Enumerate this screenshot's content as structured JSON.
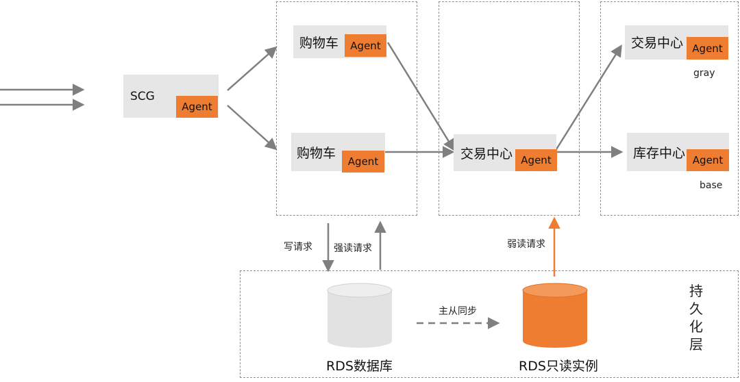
{
  "nodes": {
    "scg": {
      "label": "SCG",
      "agent": "Agent"
    },
    "cart_top": {
      "label": "购物车",
      "agent": "Agent"
    },
    "cart_bottom": {
      "label": "购物车",
      "agent": "Agent"
    },
    "trade_center_mid": {
      "label": "交易中心",
      "agent": "Agent"
    },
    "trade_center_gray": {
      "label": "交易中心",
      "agent": "Agent",
      "tag": "gray"
    },
    "inventory_center_base": {
      "label": "库存中心",
      "agent": "Agent",
      "tag": "base"
    }
  },
  "flows": {
    "write_request": "写请求",
    "strong_read_request": "强读请求",
    "weak_read_request": "弱读请求",
    "master_slave_sync": "主从同步"
  },
  "persistence": {
    "layer_label": "持久化层",
    "rds_db": "RDS数据库",
    "rds_readonly": "RDS只读实例"
  },
  "colors": {
    "agent": "#ee7d31",
    "node_bg": "#e6e6e6",
    "arrow": "#7f7f7f",
    "weak_read_arrow": "#ee7d31",
    "db_gray": "#e2e2e2",
    "db_orange": "#ee7d31"
  }
}
